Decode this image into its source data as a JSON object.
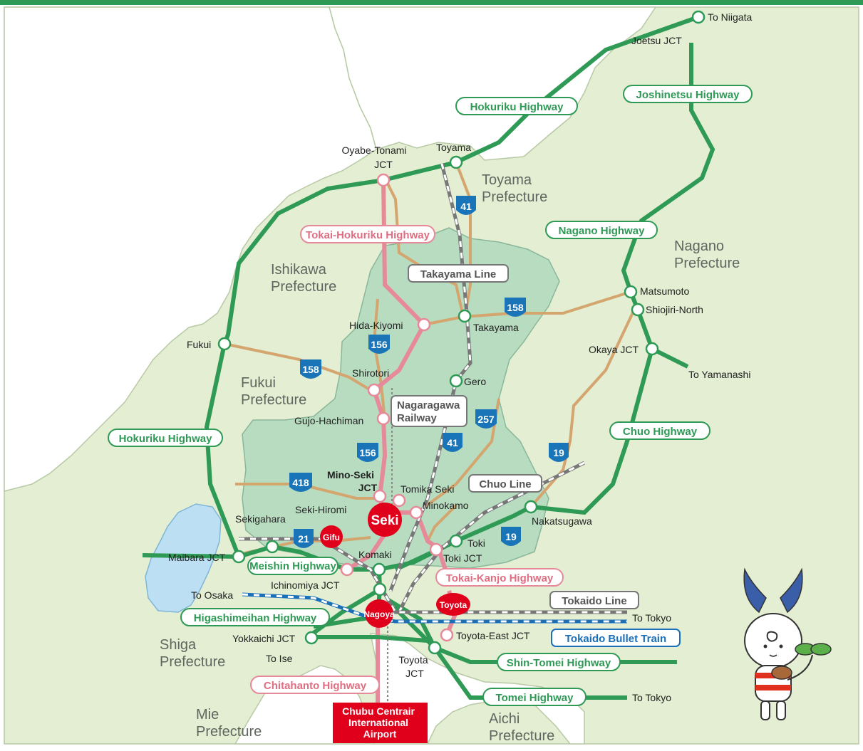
{
  "colors": {
    "sea": "#ffffff",
    "land": "#e3eed2",
    "gifu_region": "#b7dcc0",
    "highway": "#2e9a55",
    "tokai_hokuriku": "#e68a9a",
    "national_road": "#d4a56e",
    "lake": "#bcdff3",
    "route_shield": "#1a75b8",
    "city_marker": "#e0001b",
    "bullet_train": "#1a6fb8",
    "top_bar": "#2e9a55"
  },
  "prefectures": {
    "toyama": "Toyama\nPrefecture",
    "nagano": "Nagano\nPrefecture",
    "ishikawa": "Ishikawa\nPrefecture",
    "fukui": "Fukui\nPrefecture",
    "shiga": "Shiga\nPrefecture",
    "mie": "Mie\nPrefecture",
    "aichi": "Aichi\nPrefecture"
  },
  "highways": {
    "hokuriku_north": "Hokuriku Highway",
    "joshinetsu": "Joshinetsu Highway",
    "tokai_hokuriku": "Tokai-Hokuriku Highway",
    "nagano": "Nagano Highway",
    "hokuriku_west": "Hokuriku Highway",
    "chuo": "Chuo Highway",
    "meishin": "Meishin Highway",
    "tokai_kanjo": "Tokai-Kanjo Highway",
    "higashimeihan": "Higashimeihan Highway",
    "shin_tomei": "Shin-Tomei Highway",
    "tomei": "Tomei Highway",
    "chitahanto": "Chitahanto Highway"
  },
  "railways": {
    "takayama": "Takayama Line",
    "nagaragawa": "Nagaragawa\nRailway",
    "chuo": "Chuo Line",
    "tokaido": "Tokaido Line",
    "tokaido_bullet": "Tokaido Bullet Train"
  },
  "routes": {
    "r41_north": "41",
    "r158_east": "158",
    "r156_north": "156",
    "r158_west": "158",
    "r257": "257",
    "r41_south": "41",
    "r156_south": "156",
    "r19_north": "19",
    "r418": "418",
    "r21": "21",
    "r19_south": "19"
  },
  "places": {
    "to_niigata": "To Niigata",
    "joetsu_jct": "Joetsu JCT",
    "toyama": "Toyama",
    "oyabe_tonami": "Oyabe-Tonami\nJCT",
    "matsumoto": "Matsumoto",
    "shiojiri_north": "Shiojiri-North",
    "hida_kiyomi": "Hida-Kiyomi",
    "takayama": "Takayama",
    "okaya_jct": "Okaya JCT",
    "to_yamanashi": "To Yamanashi",
    "fukui": "Fukui",
    "shirotori": "Shirotori",
    "gero": "Gero",
    "gujo_hachiman": "Gujo-Hachiman",
    "mino_seki_jct": "Mino-Seki\nJCT",
    "tomika_seki": "Tomika Seki",
    "seki_hiromi": "Seki-Hiromi",
    "minokamo": "Minokamo",
    "sekigahara": "Sekigahara",
    "nakatsugawa": "Nakatsugawa",
    "toki": "Toki",
    "toki_jct": "Toki JCT",
    "maibara_jct": "Maibara JCT",
    "komaki": "Komaki",
    "to_osaka": "To Osaka",
    "ichinomiya_jct": "Ichinomiya JCT",
    "to_tokyo_rail": "To Tokyo",
    "yokkaichi_jct": "Yokkaichi JCT",
    "toyota_east_jct": "Toyota-East JCT",
    "to_ise": "To Ise",
    "toyota_jct": "Toyota\nJCT",
    "to_tokyo_tomei": "To Tokyo"
  },
  "cities": {
    "seki": "Seki",
    "gifu": "Gifu",
    "nagoya": "Nagoya",
    "toyota": "Toyota"
  },
  "airport": "Chubu Centrair\nInternational\nAirport",
  "mascot": "seki-rabbit-mascot"
}
